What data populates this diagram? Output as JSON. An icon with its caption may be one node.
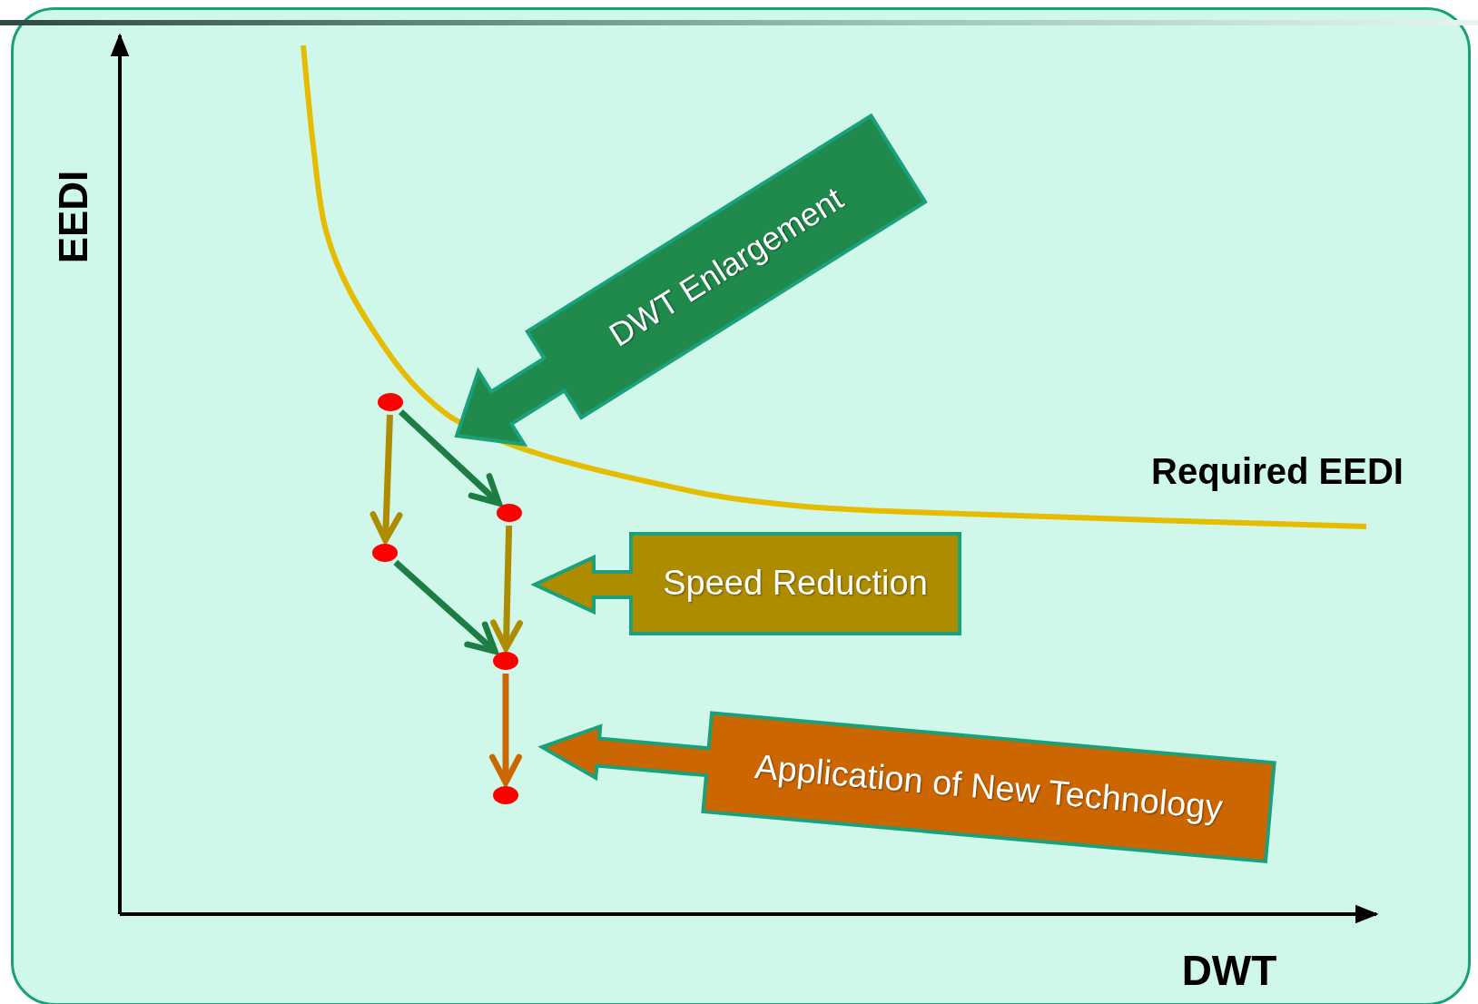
{
  "diagram": {
    "nodes": [
      {
        "text": [
          "DWT Enlargement"
        ]
      },
      {
        "text": [],
        "shape": "circle"
      },
      {
        "text": [],
        "shape": "circle"
      },
      {
        "text": [],
        "shape": "circle"
      },
      {
        "text": [
          "Speed Reduction"
        ]
      },
      {
        "text": [],
        "shape": "circle"
      },
      {
        "text": [
          "Application of New Technology"
        ]
      },
      {
        "text": [],
        "shape": "circle"
      }
    ],
    "edges": [
      {
        "from": 1,
        "to": 2,
        "arrow": "to",
        "color": "#1e7d45"
      },
      {
        "from": 1,
        "to": 3,
        "arrow": "to",
        "color": "#ad8c00"
      },
      {
        "from": 2,
        "to": 5,
        "arrow": "to",
        "color": "#ad8c00"
      },
      {
        "from": 3,
        "to": 5,
        "arrow": "to",
        "color": "#1e7d45"
      },
      {
        "from": 5,
        "to": 7,
        "arrow": "to",
        "color": "#cc6600"
      }
    ],
    "labels": [
      "EEDI",
      "Required EEDI",
      "DWT"
    ]
  }
}
